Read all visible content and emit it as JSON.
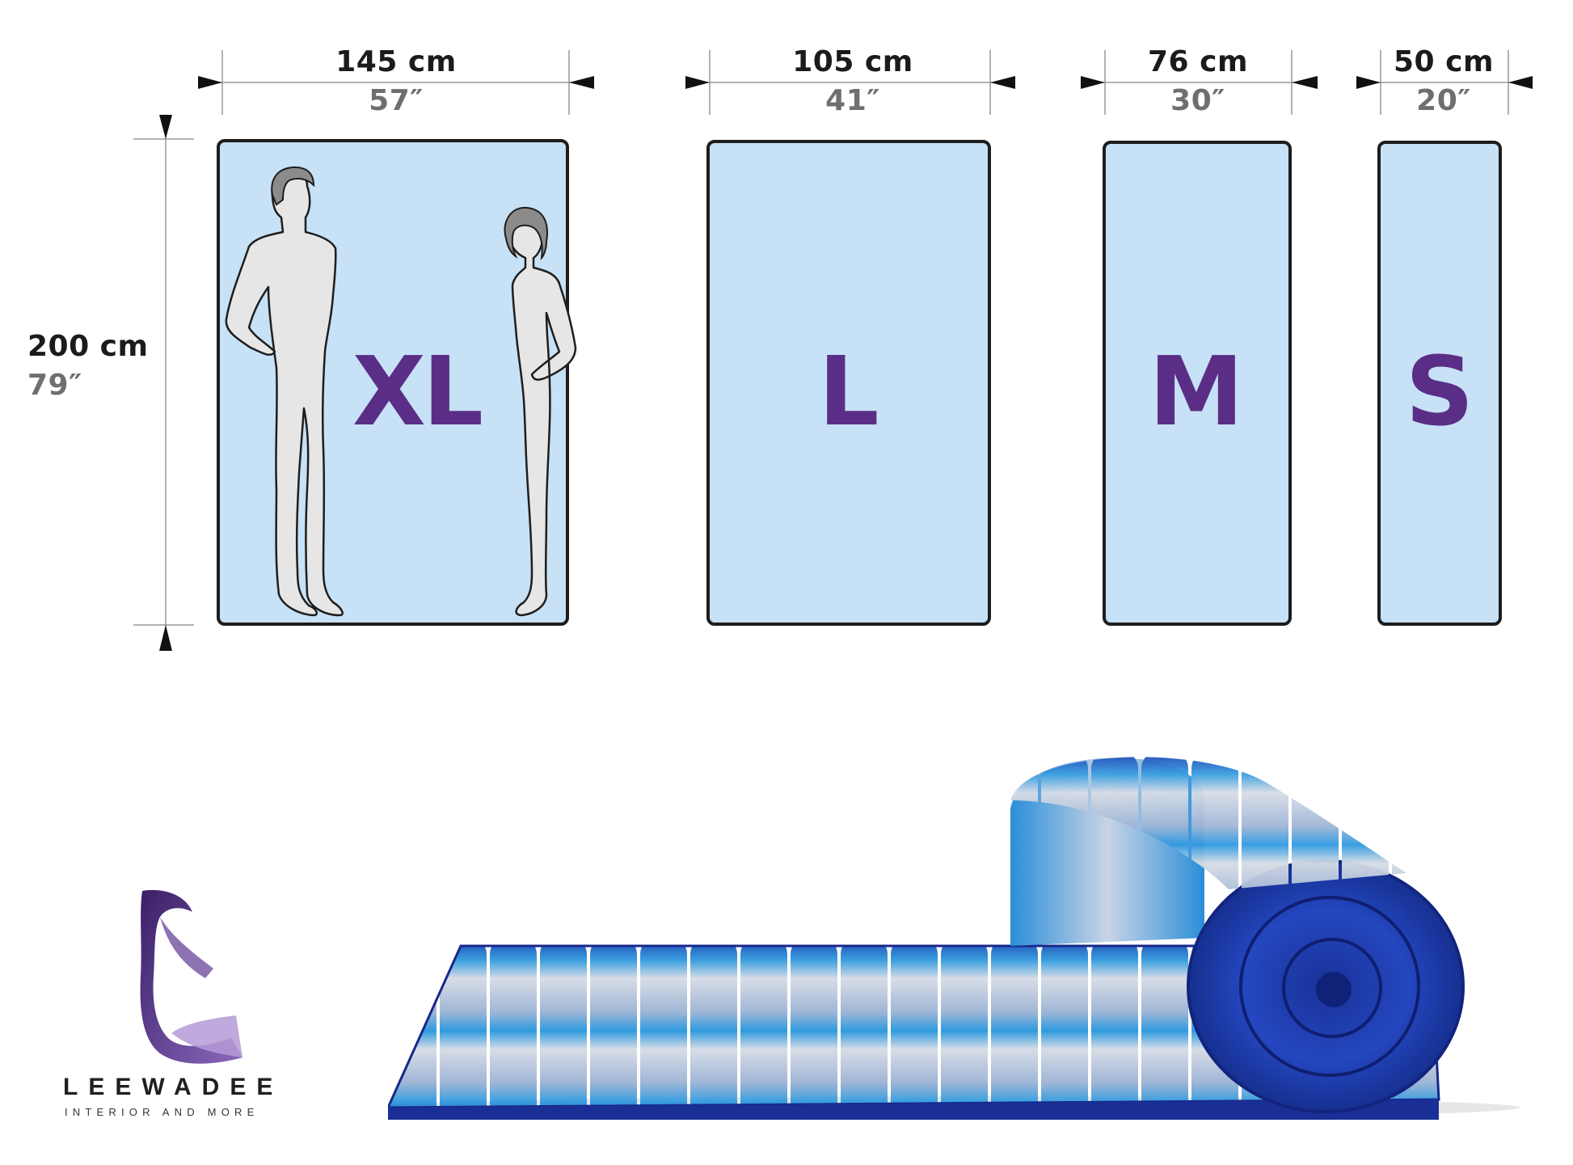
{
  "dimensions": {
    "xl": {
      "cm": "145 cm",
      "inch": "57″"
    },
    "l": {
      "cm": "105 cm",
      "inch": "41″"
    },
    "m": {
      "cm": "76 cm",
      "inch": "30″"
    },
    "s": {
      "cm": "50 cm",
      "inch": "20″"
    },
    "height": {
      "cm": "200 cm",
      "inch": "79″"
    }
  },
  "sizes": [
    {
      "label": "XL"
    },
    {
      "label": "L"
    },
    {
      "label": "M"
    },
    {
      "label": "S"
    }
  ],
  "brand": {
    "name": "LEEWADEE",
    "tagline": "INTERIOR AND MORE",
    "colors": {
      "logo_dark": "#4b2a79",
      "logo_light": "#9b7ec4"
    }
  },
  "colors": {
    "mat_fill": "#c7e1f6",
    "letter": "#5a2e86",
    "product_blue": "#1f3fae",
    "product_light": "#37a4e0"
  },
  "icons": [
    "man-silhouette-icon",
    "woman-silhouette-icon",
    "leewadee-logo-icon",
    "rolled-mat-product-icon"
  ]
}
